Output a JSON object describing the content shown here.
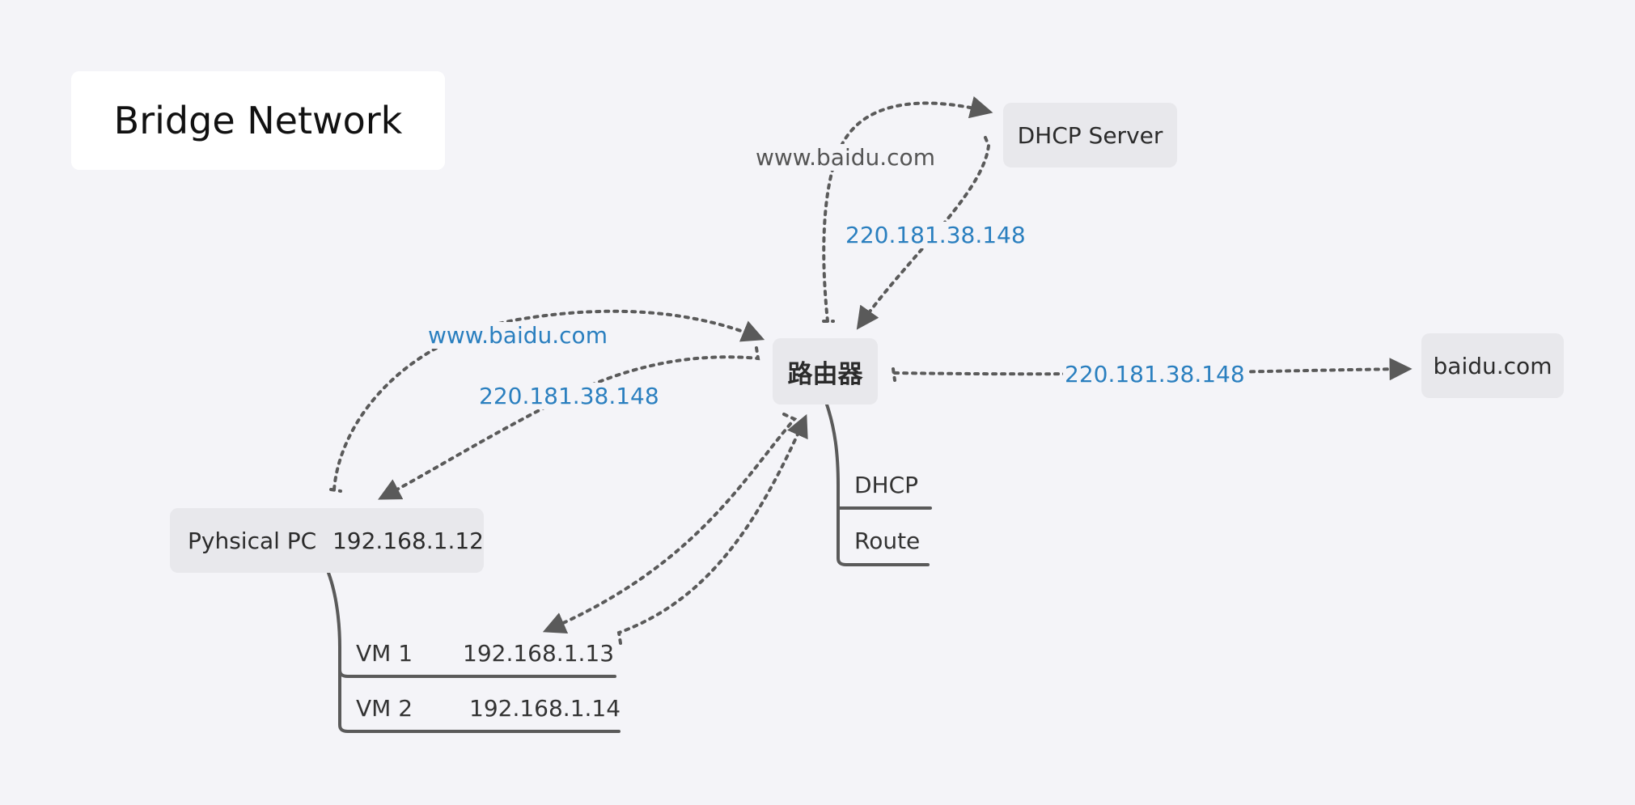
{
  "diagram": {
    "title": "Bridge Network",
    "router": {
      "label": "路由器"
    },
    "dhcp_server": {
      "label": "DHCP Server"
    },
    "destination": {
      "label": "baidu.com"
    },
    "physical_pc": {
      "name": "Pyhsical PC",
      "ip": "192.168.1.12"
    },
    "router_features": [
      "DHCP",
      "Route"
    ],
    "vms": [
      {
        "name": "VM 1",
        "ip": "192.168.1.13"
      },
      {
        "name": "VM 2",
        "ip": "192.168.1.14"
      }
    ],
    "edge_labels": {
      "router_to_dhcp": "www.baidu.com",
      "dhcp_to_router": "220.181.38.148",
      "pc_to_router": "www.baidu.com",
      "router_to_pc": "220.181.38.148",
      "router_to_baidu": "220.181.38.148"
    },
    "colors": {
      "background": "#f4f4f8",
      "node_fill": "#e8e8ec",
      "connector": "#5a5a5a",
      "ip_label": "#2a7fbf"
    }
  }
}
